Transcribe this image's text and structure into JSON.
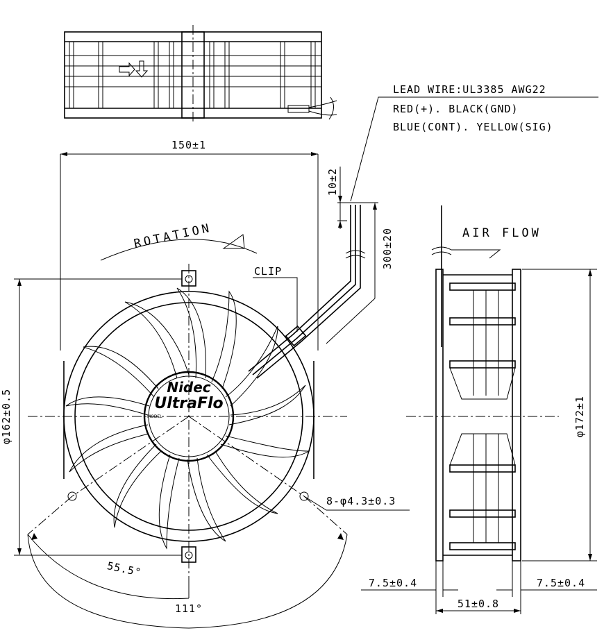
{
  "labels": {
    "lead_wire": "LEAD WIRE:UL3385 AWG22",
    "wire_colors_1": "RED(+). BLACK(GND)",
    "wire_colors_2": "BLUE(CONT). YELLOW(SIG)",
    "width_dim": "150±1",
    "lead_offset_dim": "10±2",
    "lead_length_dim": "300±20",
    "rotation": "ROTATION",
    "clip": "CLIP",
    "air_flow": "AIR FLOW",
    "frame_dia_dim": "φ162±0.5",
    "outer_dia_dim": "φ172±1",
    "holes_dim": "8-φ4.3±0.3",
    "angle_small": "55.5°",
    "angle_large": "111°",
    "flange_left_dim": "7.5±0.4",
    "flange_right_dim": "7.5±0.4",
    "depth_dim": "51±0.8"
  },
  "logo": {
    "brand": "Nidec",
    "product": "UltraFlo",
    "model_tag": "MODEL"
  }
}
